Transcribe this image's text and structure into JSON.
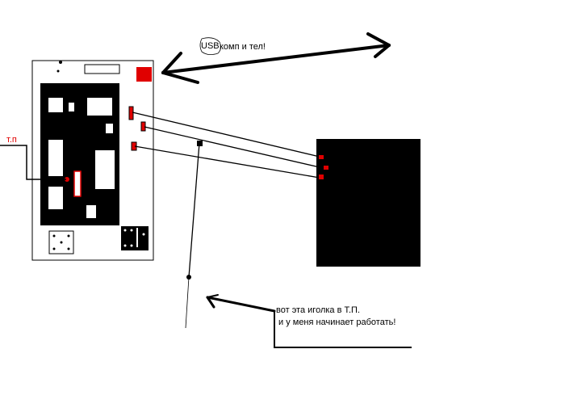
{
  "labels": {
    "usb": "USB",
    "usb_rest": "комп и тел!",
    "tp": "т.п",
    "note_line1": "вот эта иголка в Т.П.",
    "note_line2": "и у меня начинает работать!"
  },
  "colors": {
    "ink": "#000000",
    "pad_red": "#e00000",
    "paper": "#ffffff"
  }
}
